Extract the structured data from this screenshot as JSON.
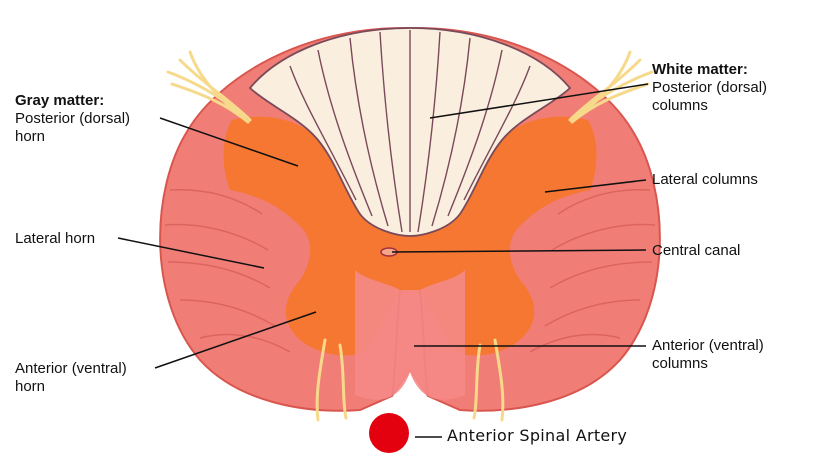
{
  "labels": {
    "gray_matter_heading": "Gray matter:",
    "posterior_horn_l1": "Posterior (dorsal)",
    "posterior_horn_l2": "horn",
    "lateral_horn": "Lateral horn",
    "anterior_horn_l1": "Anterior (ventral)",
    "anterior_horn_l2": "horn",
    "white_matter_heading": "White matter:",
    "posterior_columns_l1": "Posterior (dorsal)",
    "posterior_columns_l2": "columns",
    "lateral_columns": "Lateral columns",
    "central_canal": "Central canal",
    "anterior_columns_l1": "Anterior (ventral)",
    "anterior_columns_l2": "columns",
    "anterior_spinal_artery": "Anterior Spinal Artery"
  },
  "colors": {
    "white_matter_posterior": "#faeede",
    "white_matter_lateral": "#f07e76",
    "gray_matter": "#f5772e",
    "outline": "#7a4a5a",
    "nerve_roots": "#f6d98a",
    "artery": "#e3000f"
  }
}
